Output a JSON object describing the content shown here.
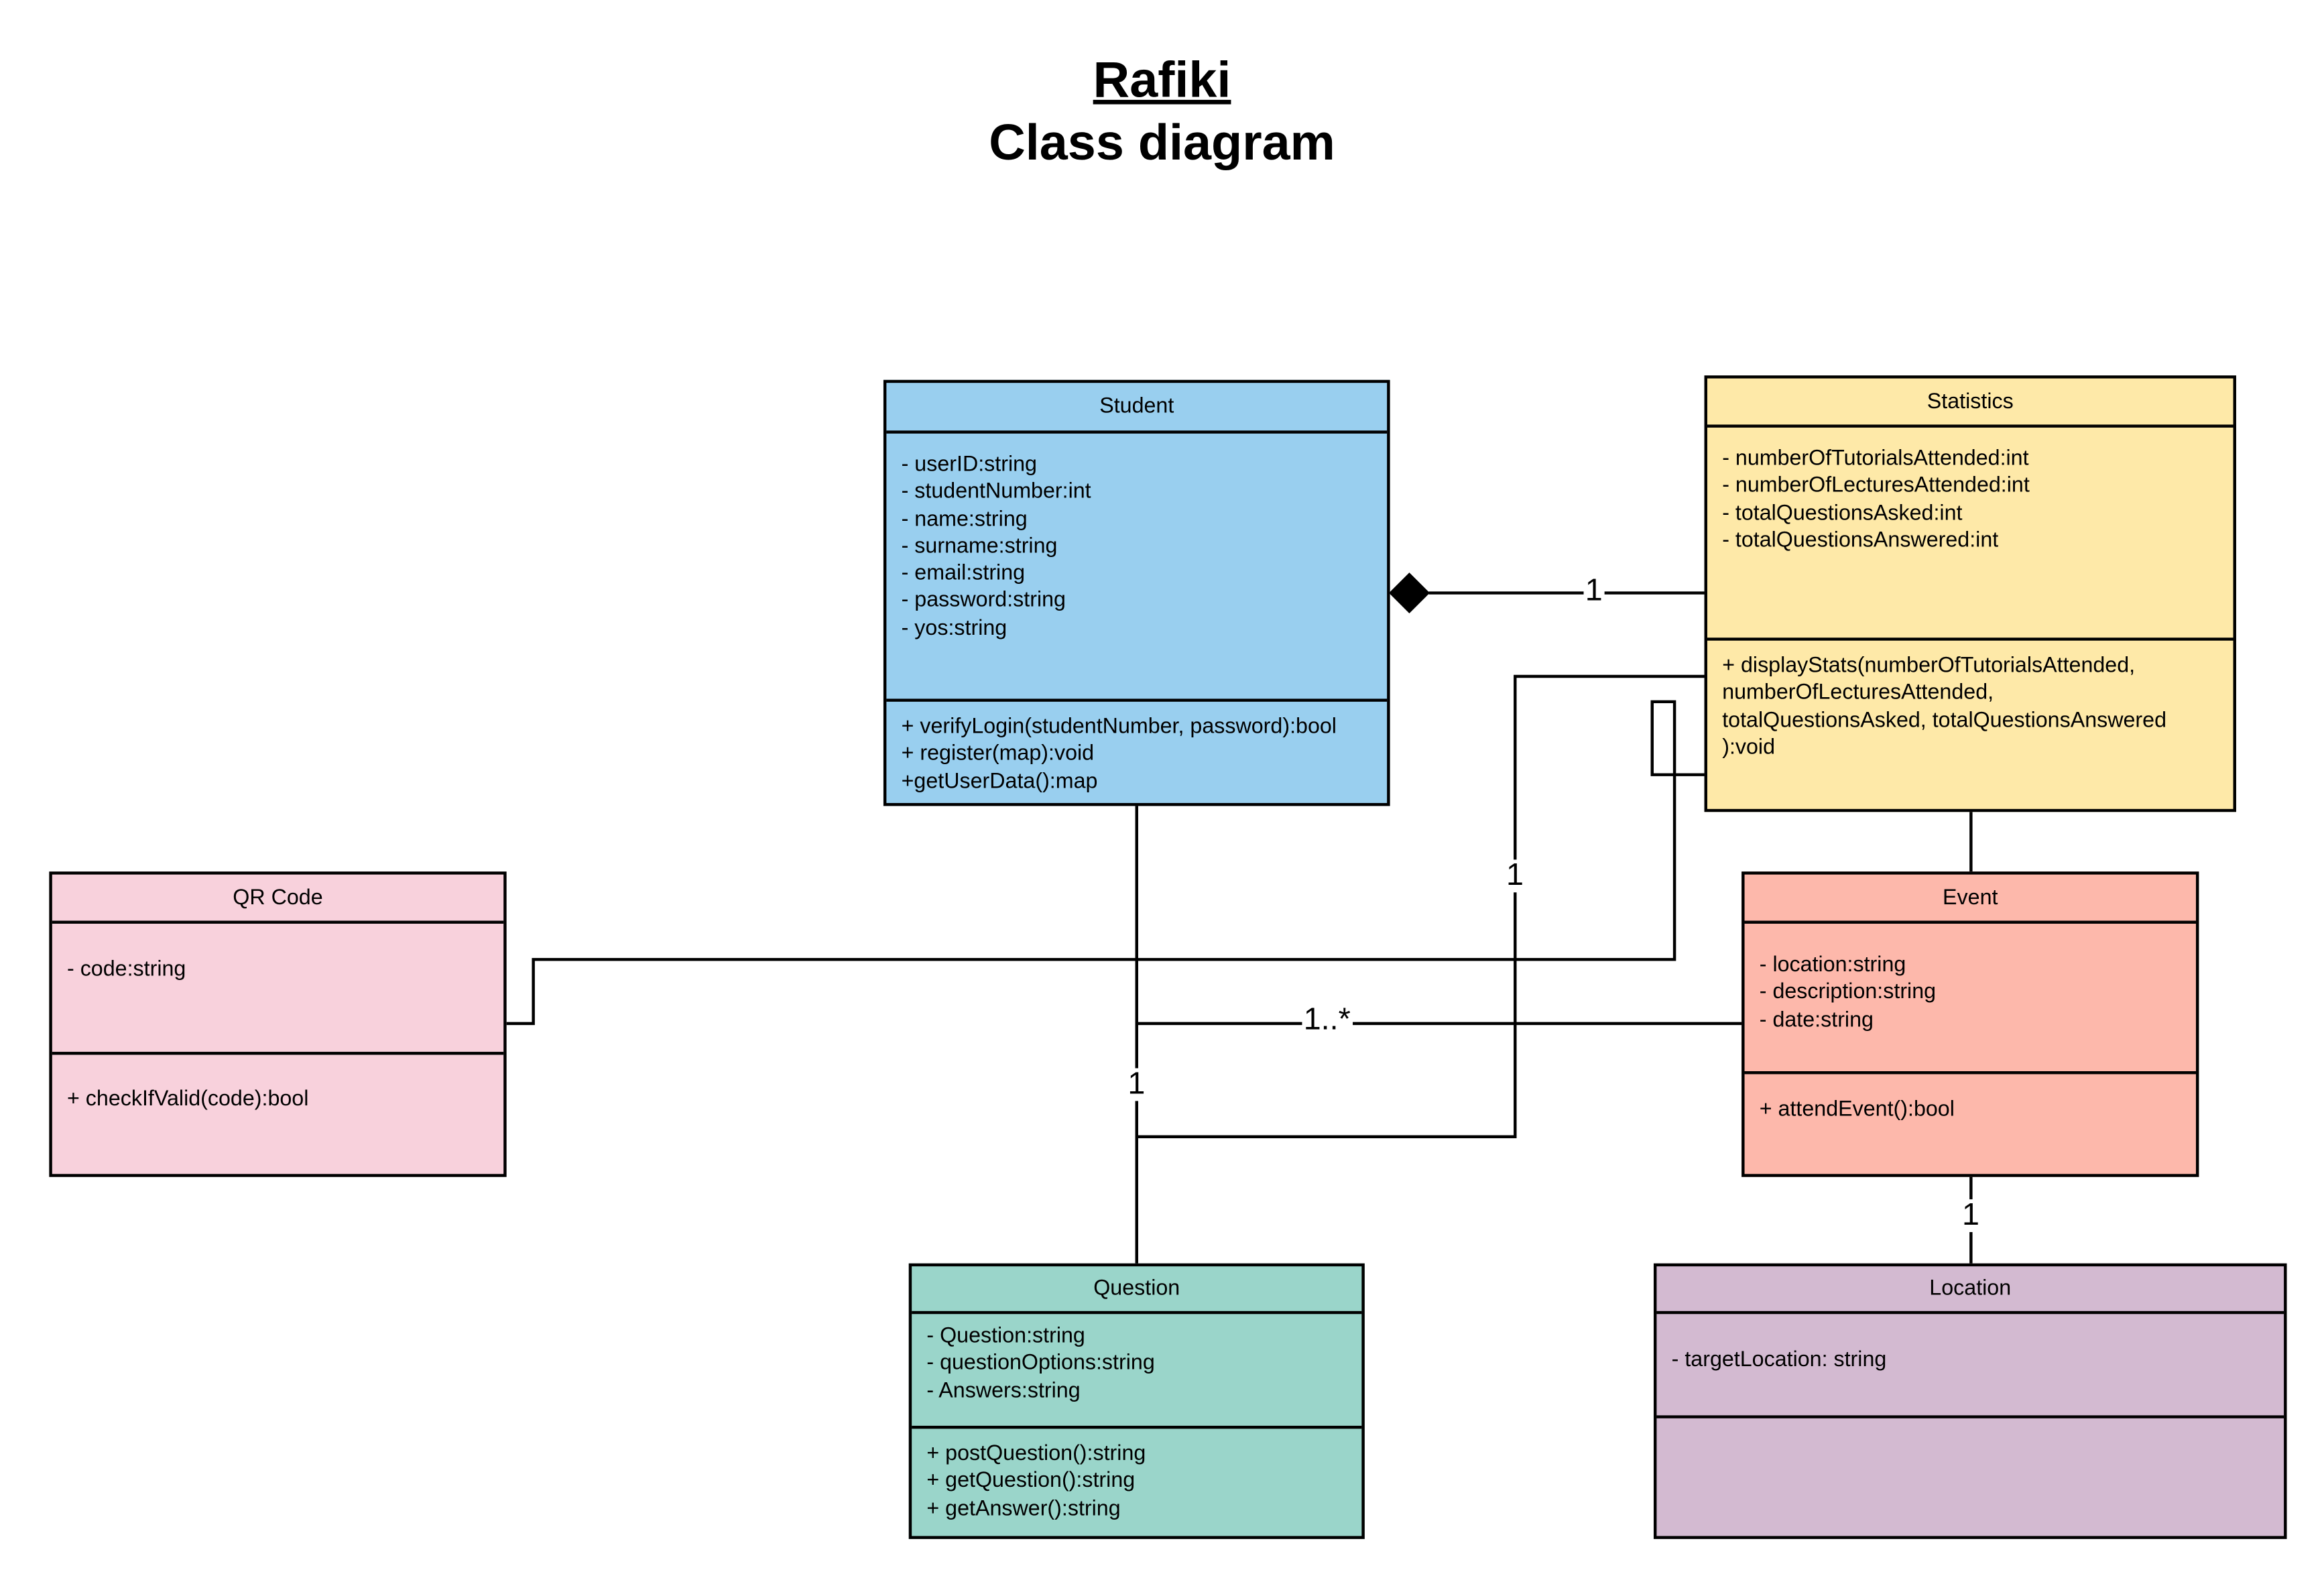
{
  "title": {
    "line1": "Rafiki",
    "line2": "Class diagram"
  },
  "colors": {
    "student": "#99cfef",
    "statistics": "#fee9a8",
    "qr": "#f8d1dc",
    "event": "#fdb8ab",
    "question": "#9ad5ca",
    "location": "#d3bad1"
  },
  "classes": {
    "student": {
      "name": "Student",
      "attributes": [
        "- userID:string",
        "- studentNumber:int",
        "- name:string",
        "- surname:string",
        "- email:string",
        "- password:string",
        "- yos:string"
      ],
      "operations": [
        "+ verifyLogin(studentNumber, password):bool",
        "+ register(map):void",
        "+getUserData():map"
      ]
    },
    "statistics": {
      "name": "Statistics",
      "attributes": [
        "- numberOfTutorialsAttended:int",
        "- numberOfLecturesAttended:int",
        "- totalQuestionsAsked:int",
        "- totalQuestionsAnswered:int"
      ],
      "operations": [
        "+ displayStats(numberOfTutorialsAttended,",
        "numberOfLecturesAttended,",
        "totalQuestionsAsked, totalQuestionsAnswered",
        "):void"
      ]
    },
    "qr": {
      "name": "QR Code",
      "attributes": [
        "- code:string"
      ],
      "operations": [
        "+ checkIfValid(code):bool"
      ]
    },
    "event": {
      "name": "Event",
      "attributes": [
        "- location:string",
        "- description:string",
        "- date:string"
      ],
      "operations": [
        "+ attendEvent():bool"
      ]
    },
    "question": {
      "name": "Question",
      "attributes": [
        "- Question:string",
        "- questionOptions:string",
        "- Answers:string"
      ],
      "operations": [
        "+ postQuestion():string",
        "+ getQuestion():string",
        "+ getAnswer():string"
      ]
    },
    "location": {
      "name": "Location",
      "attributes": [
        "- targetLocation: string"
      ],
      "operations": []
    }
  },
  "multiplicities": {
    "student_statistics": "1",
    "statistics_question": "1",
    "student_event": "1..*",
    "student_question": "1",
    "event_location": "1"
  }
}
